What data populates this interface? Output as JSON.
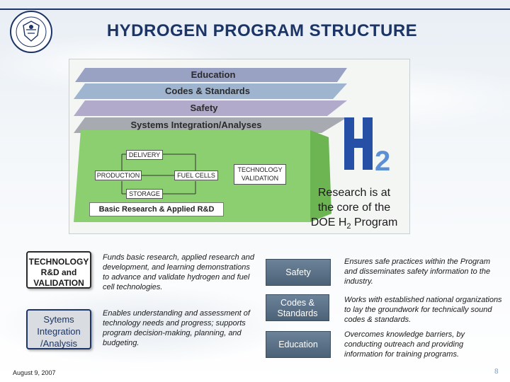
{
  "title": "HYDROGEN PROGRAM STRUCTURE",
  "diagram": {
    "layers": [
      "Education",
      "Codes & Standards",
      "Safety",
      "Systems Integration/Analyses"
    ],
    "boxes": {
      "delivery": "DELIVERY",
      "production": "PRODUCTION",
      "fuel_cells": "FUEL CELLS",
      "tech_validation": "TECHNOLOGY\nVALIDATION",
      "storage": "STORAGE"
    },
    "base_label": "Basic Research & Applied R&D"
  },
  "callout": {
    "line1": "Research is at",
    "line2": "the core of the",
    "line3_pre": "DOE H",
    "line3_sub": "2",
    "line3_post": " Program"
  },
  "left_items": [
    {
      "label": "TECHNOLOGY R&D and VALIDATION",
      "desc": "Funds basic research, applied research and development, and learning demonstrations to advance and validate hydrogen and fuel cell technologies."
    },
    {
      "label": "Sytems Integration /Analysis",
      "desc": "Enables understanding and assessment of technology needs and progress; supports program decision-making, planning, and budgeting."
    }
  ],
  "right_items": [
    {
      "label": "Safety",
      "desc": "Ensures safe practices within the Program and disseminates safety information to the industry."
    },
    {
      "label": "Codes & Standards",
      "desc": "Works with established national organizations to lay the groundwork for technically sound codes & standards."
    },
    {
      "label": "Education",
      "desc": "Overcomes knowledge barriers, by conducting outreach and providing information for training programs."
    }
  ],
  "footer_date": "August 9, 2007",
  "page_number": "8",
  "colors": {
    "title": "#1c3566",
    "layer_education": "#9aa2c4",
    "layer_codes": "#9eb4cf",
    "layer_safety": "#b2aacb",
    "layer_systems": "#a8aab2",
    "base_green": "#8ccf70",
    "tile": "#5a7088"
  }
}
